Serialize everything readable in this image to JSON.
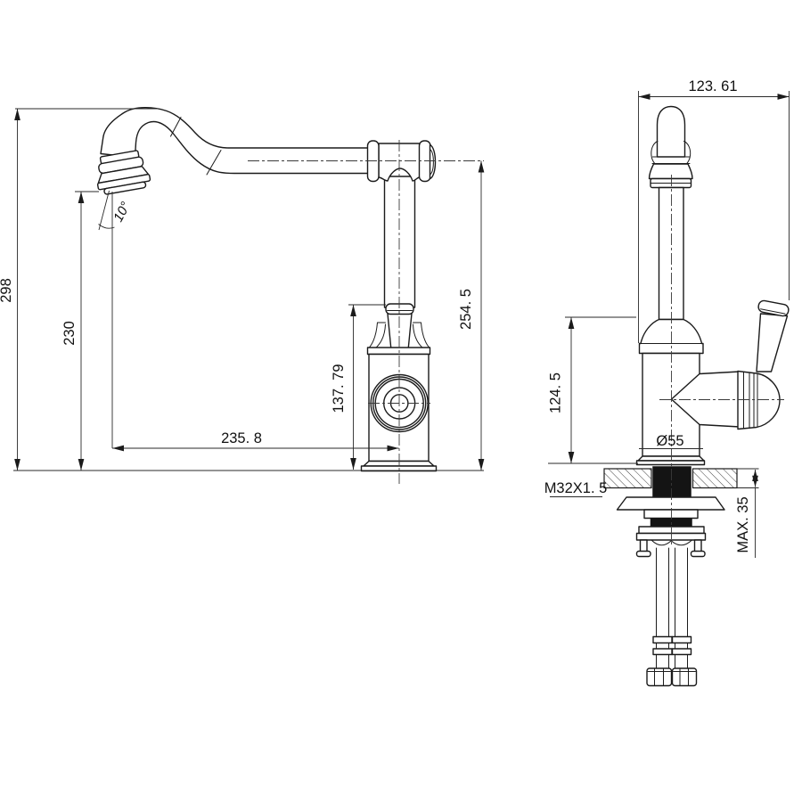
{
  "drawing": {
    "type": "faucet-installation-dimension-drawing",
    "background": "#ffffff",
    "line_color": "#1b1b1b",
    "dimension_color": "#2a2a2a",
    "views": {
      "left": "side-elevation",
      "right": "front-elevation-with-mounting"
    },
    "dimensions": {
      "overall_height": "298",
      "spout_outlet_height": "230",
      "spout_angle": "10°",
      "spout_reach": "235. 8",
      "handle_top_height": "137. 79",
      "spout_axis_height": "254. 5",
      "front_width": "123. 61",
      "body_height": "124. 5",
      "base_diameter": "Ø55",
      "mounting_thread": "M32X1. 5",
      "max_deck_thickness": "MAX. 35"
    }
  }
}
